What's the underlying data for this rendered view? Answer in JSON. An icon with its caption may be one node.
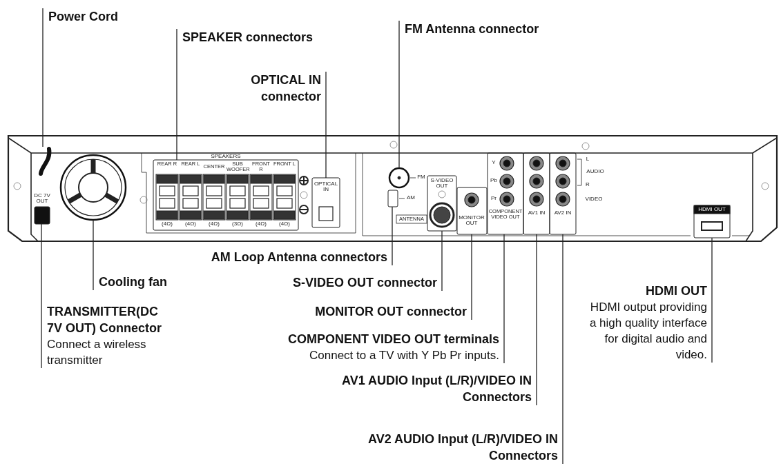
{
  "diagram": {
    "nodes": [
      {
        "text": [
          "Power Cord"
        ]
      },
      {
        "text": [
          "SPEAKER connectors"
        ]
      },
      {
        "text": [
          "OPTICAL IN connector"
        ]
      },
      {
        "text": [
          "FM Antenna connector"
        ]
      },
      {
        "text": [
          "AM Loop Antenna connectors"
        ]
      },
      {
        "text": [
          "Cooling fan"
        ]
      },
      {
        "text": [
          "TRANSMITTER(DC 7V OUT) Connector",
          "Connect a wireless transmitter"
        ]
      },
      {
        "text": [
          "S-VIDEO OUT connector"
        ]
      },
      {
        "text": [
          "MONITOR OUT connector"
        ]
      },
      {
        "text": [
          "COMPONENT VIDEO OUT terminals",
          "Connect to a TV with Y Pb Pr inputs."
        ]
      },
      {
        "text": [
          "AV1 AUDIO Input (L/R)/VIDEO IN Connectors"
        ]
      },
      {
        "text": [
          "AV2 AUDIO Input (L/R)/VIDEO IN Connectors"
        ]
      },
      {
        "text": [
          "HDMI OUT",
          "HDMI output providing a high quality interface for digital audio and video."
        ]
      },
      {
        "text": [],
        "shape": "box"
      },
      {
        "text": [],
        "shape": "cable"
      },
      {
        "text": [],
        "shape": "circle"
      },
      {
        "text": [],
        "shape": "box"
      },
      {
        "text": [],
        "shape": "box"
      },
      {
        "text": [],
        "shape": "box"
      },
      {
        "text": [],
        "shape": "circle"
      },
      {
        "text": [],
        "shape": "box"
      },
      {
        "text": [],
        "shape": "box"
      },
      {
        "text": [],
        "shape": "box"
      },
      {
        "text": [],
        "shape": "box"
      },
      {
        "text": [],
        "shape": "box"
      },
      {
        "text": [],
        "shape": "box"
      }
    ],
    "edges": [
      {
        "from": 0,
        "to": 14,
        "arrow": "none"
      },
      {
        "from": 1,
        "to": 16,
        "arrow": "none"
      },
      {
        "from": 2,
        "to": 17,
        "arrow": "none"
      },
      {
        "from": 3,
        "to": 19,
        "arrow": "none"
      },
      {
        "from": 4,
        "to": 18,
        "arrow": "none"
      },
      {
        "from": 5,
        "to": 15,
        "arrow": "none"
      },
      {
        "from": 6,
        "to": 13,
        "arrow": "none"
      },
      {
        "from": 7,
        "to": 20,
        "arrow": "none"
      },
      {
        "from": 8,
        "to": 21,
        "arrow": "none"
      },
      {
        "from": 9,
        "to": 22,
        "arrow": "none"
      },
      {
        "from": 10,
        "to": 23,
        "arrow": "none"
      },
      {
        "from": 11,
        "to": 24,
        "arrow": "none"
      },
      {
        "from": 12,
        "to": 25,
        "arrow": "none"
      }
    ],
    "labels": [
      "SPEAKERS",
      "REAR R",
      "REAR L",
      "CENTER",
      "SUB WOOFER",
      "FRONT R",
      "FRONT L",
      "(4Ω)",
      "(4Ω)",
      "(4Ω)",
      "(3Ω)",
      "(4Ω)",
      "(4Ω)",
      "OPTICAL IN",
      "DC 7V OUT",
      "FM",
      "AM",
      "ANTENNA",
      "S-VIDEO OUT",
      "Y",
      "Pb",
      "Pr",
      "MONITOR OUT",
      "COMPONENT VIDEO OUT",
      "AV1 IN",
      "AV2 IN",
      "L",
      "AUDIO",
      "R",
      "VIDEO",
      "HDMI OUT"
    ]
  }
}
